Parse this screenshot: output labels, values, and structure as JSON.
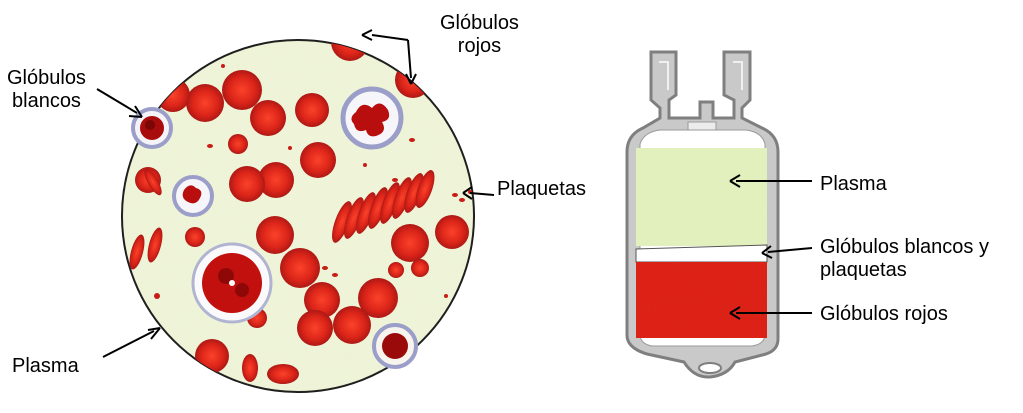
{
  "labels": {
    "globulos_rojos_top": "Glóbulos\nrojos",
    "globulos_blancos_left": "Glóbulos\nblancos",
    "plaquetas": "Plaquetas",
    "plasma_left": "Plasma",
    "plasma_right": "Plasma",
    "blancos_y_plaquetas": "Glóbulos blancos y\nplaquetas",
    "globulos_rojos_right": "Glóbulos rojos"
  },
  "colors": {
    "plasma": "#f2f7dc",
    "plasma_bag": "#e4f3bf",
    "red_cell": "#dd1a10",
    "red_dark": "#a80c0c",
    "white_cell_border": "#9a9ec8",
    "bag_outline": "#8c8c8c",
    "bag_fill": "#c7c7c7"
  }
}
